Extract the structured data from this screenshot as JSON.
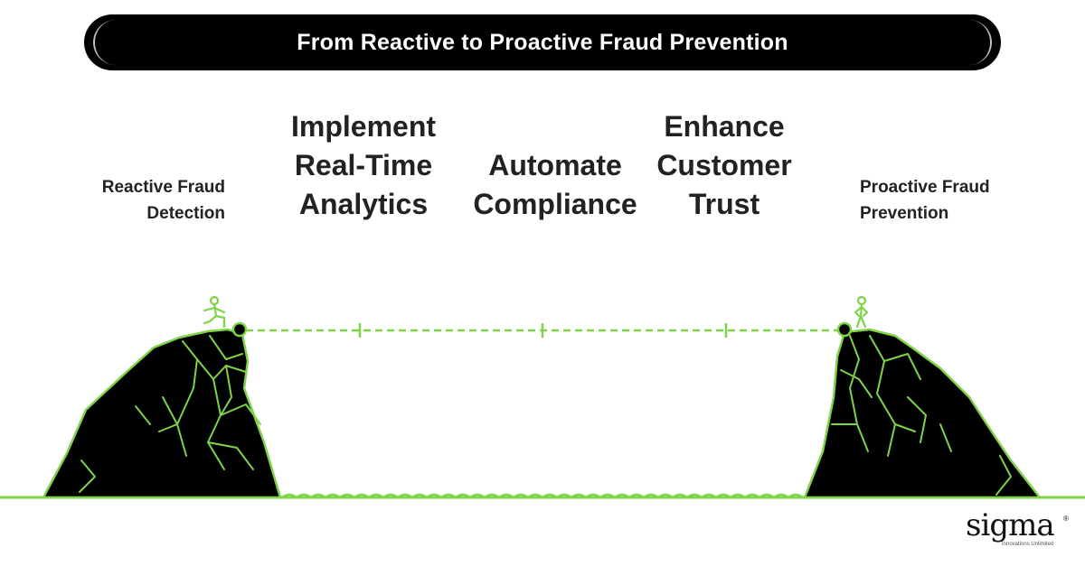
{
  "title": "From Reactive to Proactive Fraud Prevention",
  "start_label": [
    "Reactive Fraud",
    "Detection"
  ],
  "end_label": [
    "Proactive Fraud",
    "Prevention"
  ],
  "steps": [
    {
      "lines": [
        "Implement",
        "Real-Time",
        "Analytics"
      ]
    },
    {
      "lines": [
        "Automate",
        "Compliance"
      ]
    },
    {
      "lines": [
        "Enhance",
        "Customer",
        "Trust"
      ]
    }
  ],
  "logo": {
    "name": "sigma",
    "tagline": "Innovations Unlimited",
    "reg": "®"
  },
  "colors": {
    "accent": "#7ED348",
    "rock": "#000000",
    "text": "#222222",
    "banner": "#000000"
  },
  "icons": [
    "figure-walking-icon",
    "figure-standing-icon",
    "cliff-left-icon",
    "cliff-right-icon",
    "water-wave-icon"
  ]
}
